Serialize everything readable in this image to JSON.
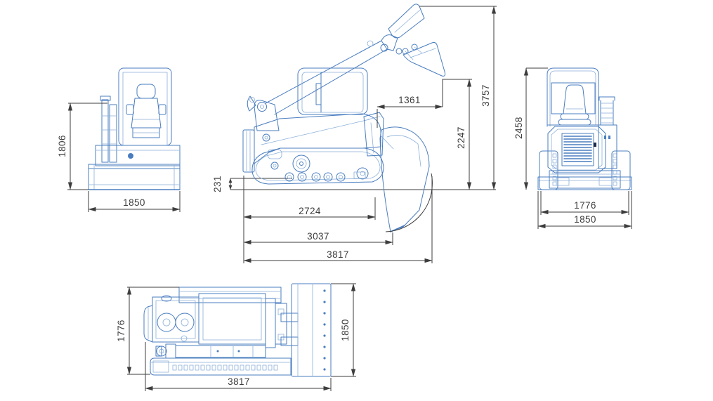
{
  "colors": {
    "machine_line": "#4a7dbf",
    "machine_line_light": "#8aafd9",
    "dimension_line": "#3d3d3d",
    "background": "#ffffff"
  },
  "views": {
    "front": {
      "dims": {
        "height": "1806",
        "blade_width": "1850"
      }
    },
    "side": {
      "dims": {
        "ground_clearance": "231",
        "reach_at_dump": "1361",
        "dump_height": "2247",
        "max_lift_height": "3757",
        "track_length": "2724",
        "body_length": "3037",
        "overall_length": "3817"
      }
    },
    "rear": {
      "dims": {
        "overall_height": "2458",
        "track_width": "1776",
        "blade_width": "1850"
      }
    },
    "top": {
      "dims": {
        "track_width": "1776",
        "blade_width": "1850",
        "overall_length": "3817"
      }
    }
  }
}
